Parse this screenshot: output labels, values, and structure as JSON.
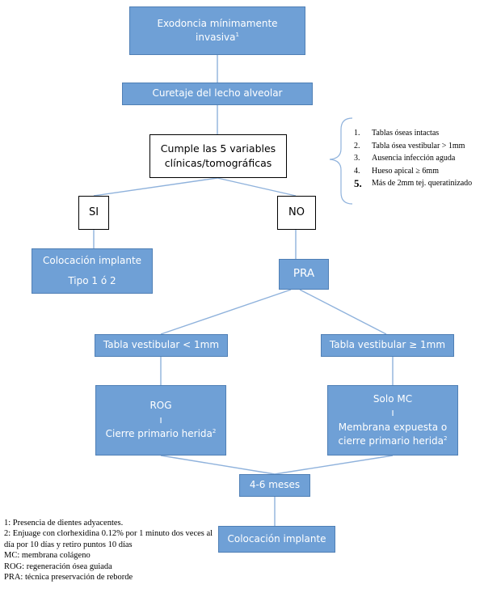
{
  "nodes": {
    "exodoncia": {
      "line1": "Exodoncia mínimamente",
      "line2": "invasiva",
      "sup": "1"
    },
    "curetaje": {
      "label": "Curetaje del lecho alveolar"
    },
    "cumple": {
      "line1": "Cumple las 5 variables",
      "line2": "clínicas/tomográficas"
    },
    "si": {
      "label": "SI"
    },
    "no": {
      "label": "NO"
    },
    "colocacion1": {
      "line1": "Colocación implante",
      "line2": "Tipo 1 ó 2"
    },
    "pra": {
      "label": "PRA"
    },
    "tabla_menor": {
      "label": "Tabla vestibular < 1mm"
    },
    "tabla_mayor": {
      "label": "Tabla vestibular ≥ 1mm"
    },
    "rog": {
      "line1": "ROG",
      "line2": "ı",
      "line3": "Cierre primario herida",
      "sup": "2"
    },
    "solo_mc": {
      "line1": "Solo MC",
      "line2": "ı",
      "line3": "Membrana expuesta o",
      "line4": "cierre primario herida",
      "sup": "2"
    },
    "meses": {
      "label": "4-6 meses"
    },
    "colocacion2": {
      "label": "Colocación implante"
    }
  },
  "variables": [
    {
      "num": "1.",
      "text": "Tablas óseas intactas"
    },
    {
      "num": "2.",
      "text": "Tabla ósea vestibular > 1mm"
    },
    {
      "num": "3.",
      "text": "Ausencia infección aguda"
    },
    {
      "num": "4.",
      "text": "Hueso apical ≥ 6mm"
    },
    {
      "num": "5.",
      "text": "Más de 2mm tej. queratinizado"
    }
  ],
  "footnotes": [
    "1: Presencia de dientes adyacentes.",
    "2: Enjuage con clorhexidina 0.12% por 1 minuto dos veces al día por 10 días y retiro puntos 10 días",
    "MC: membrana colágeno",
    "ROG: regeneración ósea guiada",
    "PRA: técnica preservación de reborde"
  ],
  "colors": {
    "box_fill": "#6fa0d6",
    "box_border": "#4f7fb5",
    "connector": "#8fb2dc"
  }
}
